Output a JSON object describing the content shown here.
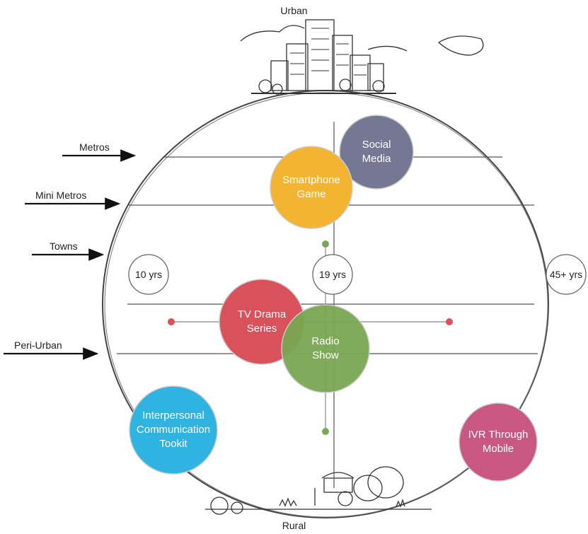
{
  "top_label": "Urban",
  "bottom_label": "Rural",
  "tiers": [
    "Metros",
    "Mini Metros",
    "Towns",
    "Peri-Urban"
  ],
  "ages": [
    "10 yrs",
    "19 yrs",
    "45+ yrs"
  ],
  "bubbles": [
    {
      "lines": [
        "Social",
        "Media"
      ],
      "color": "#747893"
    },
    {
      "lines": [
        "Smartphone",
        "Game"
      ],
      "color": "#f3b531"
    },
    {
      "lines": [
        "TV Drama",
        "Series"
      ],
      "color": "#d8515b"
    },
    {
      "lines": [
        "Radio",
        "Show"
      ],
      "color": "#7aa752"
    },
    {
      "lines": [
        "Interpersonal",
        "Communication",
        "Tookit"
      ],
      "color": "#2fb3e0"
    },
    {
      "lines": [
        "IVR Through",
        "Mobile"
      ],
      "color": "#c8587f"
    }
  ],
  "colors": {
    "line": "#555555",
    "circle_outline": "#444444",
    "red_dot": "#d8515b",
    "green_dot": "#7aa752"
  }
}
